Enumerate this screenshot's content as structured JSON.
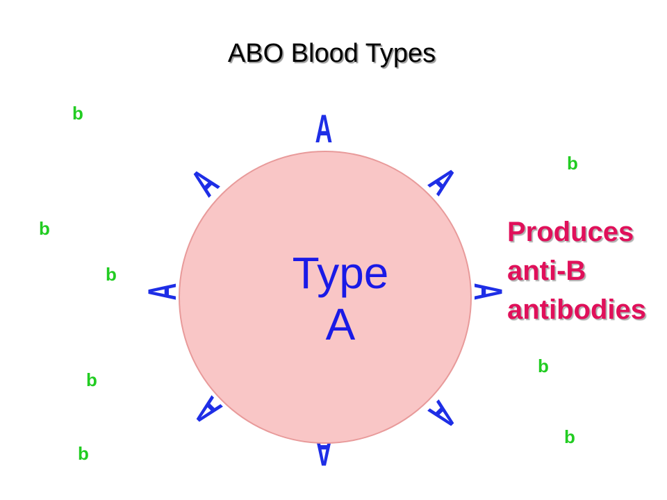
{
  "title": "ABO Blood Types",
  "cell": {
    "label_line1": "Type",
    "label_line2": "A",
    "antigen_letter": "A",
    "fill_color": "#f9c6c6",
    "outline_color": "#e89a9a",
    "antigen_color": "#1e2ee6"
  },
  "note": {
    "lines": [
      "Produces",
      "anti-B",
      "antibodies"
    ],
    "color": "#e0105a"
  },
  "antibody_letter": "b",
  "antibody_color": "#22cc22"
}
